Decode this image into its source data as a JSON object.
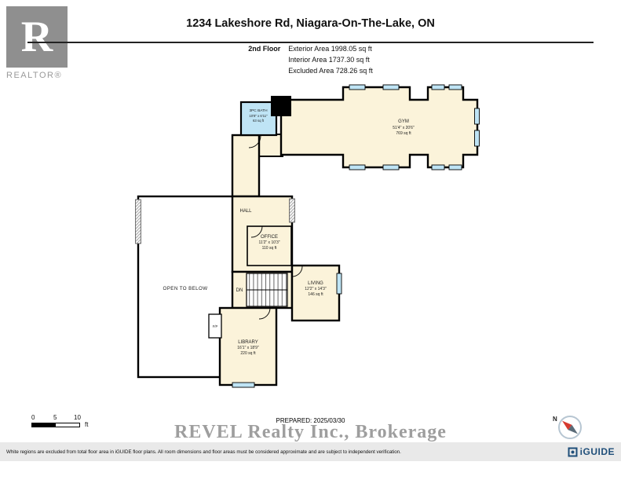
{
  "header": {
    "title": "1234 Lakeshore Rd, Niagara-On-The-Lake, ON",
    "floor_label": "2nd Floor",
    "areas": [
      "Exterior Area 1998.05 sq ft",
      "Interior Area 1737.30 sq ft",
      "Excluded Area 728.26 sq ft"
    ]
  },
  "branding": {
    "realtor_letter": "R",
    "realtor_text": "REALTOR®"
  },
  "floorplan": {
    "rooms": {
      "bath": {
        "name": "3PC BATH",
        "dims": "10'8\" x 6'11\"",
        "area": "63 sq ft"
      },
      "gym": {
        "name": "GYM",
        "dims": "51'4\" x 20'6\"",
        "area": "769 sq ft"
      },
      "hall": {
        "name": "HALL"
      },
      "office": {
        "name": "OFFICE",
        "dims": "11'2\" x 10'3\"",
        "area": "110 sq ft"
      },
      "living": {
        "name": "LIVING",
        "dims": "12'2\" x 14'3\"",
        "area": "146 sq ft"
      },
      "open_to_below": {
        "name": "OPEN TO BELOW"
      },
      "library": {
        "name": "LIBRARY",
        "dims": "16'1\" x 18'9\"",
        "area": "220 sq ft"
      }
    },
    "stairs_label": "DN",
    "fireplace_label": "F/P"
  },
  "scale_bar": {
    "tick0": "0",
    "tick5": "5",
    "tick10": "10",
    "unit": "ft"
  },
  "watermark": {
    "prepared": "PREPARED: 2025/03/30",
    "brokerage": "REVEL Realty Inc., Brokerage"
  },
  "compass": {
    "north_label": "N"
  },
  "footer": {
    "disclaimer": "White regions are excluded from total floor area in iGUIDE floor plans. All room dimensions and floor areas must be considered approximate and are subject to independent verification.",
    "logo_text": "iGUIDE"
  },
  "colors": {
    "room_fill": "#FBF3DA",
    "window_fill": "#BFE4F5",
    "wall": "#000000",
    "footer_bg": "#E9E9E9",
    "iguide_blue": "#1F4E79",
    "compass_red": "#D63A2F"
  }
}
